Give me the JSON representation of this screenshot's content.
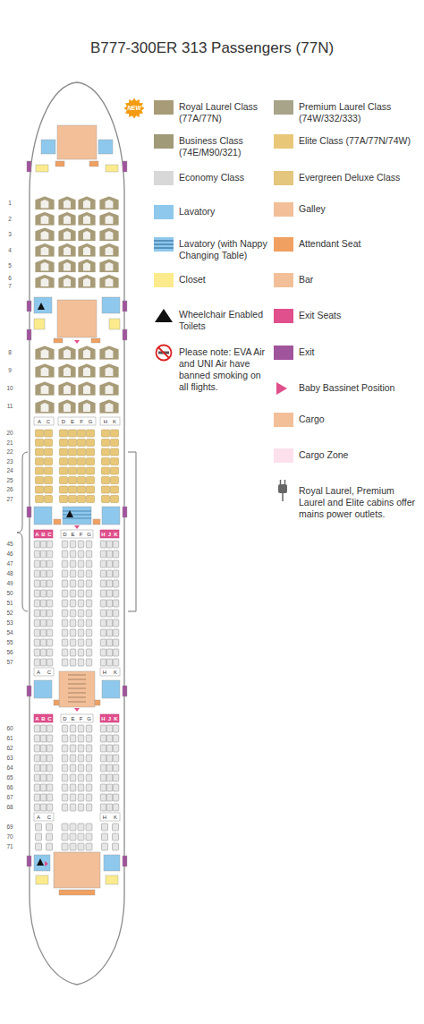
{
  "diagram": {
    "title": "B777-300ER 313 Passengers (77N)",
    "labels": [
      "NEW",
      "1",
      "2",
      "3",
      "4",
      "5",
      "6",
      "7",
      "8",
      "9",
      "10",
      "11",
      "20",
      "21",
      "22",
      "23",
      "24",
      "25",
      "26",
      "27",
      "45",
      "46",
      "47",
      "48",
      "49",
      "50",
      "51",
      "52",
      "53",
      "54",
      "55",
      "56",
      "57",
      "60",
      "61",
      "62",
      "63",
      "64",
      "65",
      "66",
      "67",
      "68",
      "69",
      "70",
      "71",
      "A",
      "C",
      "D",
      "E",
      "F",
      "G",
      "H",
      "K",
      "A",
      "B",
      "C",
      "D",
      "E",
      "F",
      "G",
      "H",
      "J",
      "K",
      "A",
      "C",
      "H",
      "K",
      "A",
      "B",
      "C",
      "D",
      "E",
      "F",
      "G",
      "H",
      "J",
      "K",
      "A",
      "C",
      "H",
      "K"
    ],
    "legend": [
      {
        "text": "Royal Laurel Class (77A/77N)",
        "color": "#a89c78"
      },
      {
        "text": "Premium Laurel Class (74W/332/333)",
        "color": "#a8a48a"
      },
      {
        "text": "Business Class (74E/M90/321)",
        "color": "#a09a78"
      },
      {
        "text": "Elite Class (77A/77N/74W)",
        "color": "#e8c878"
      },
      {
        "text": "Economy Class",
        "color": "#d8d8d8"
      },
      {
        "text": "Evergreen Deluxe Class",
        "color": "#e4c67c"
      },
      {
        "text": "Lavatory",
        "color": "#8ec8ec"
      },
      {
        "text": "Galley",
        "color": "#f2bf98"
      },
      {
        "text": "Lavatory (with Nappy Changing Table)"
      },
      {
        "text": "Attendant Seat",
        "color": "#f0a060"
      },
      {
        "text": "Closet",
        "color": "#fbeb8c"
      },
      {
        "text": "Bar",
        "color": "#f2bf98"
      },
      {
        "text": "Wheelchair Enabled Toilets"
      },
      {
        "text": "Exit Seats",
        "color": "#e0508c"
      },
      {
        "text": "Please note: EVA Air and UNI Air have banned smoking on all flights."
      },
      {
        "text": "Exit",
        "color": "#a0549c"
      },
      {
        "text": "Baby Bassinet Position"
      },
      {
        "text": "Cargo",
        "color": "#f2bf98"
      },
      {
        "text": "Cargo Zone",
        "color": "#fce0ec"
      },
      {
        "text": "Royal Laurel, Premium Laurel and Elite cabins offer mains power outlets."
      }
    ]
  }
}
